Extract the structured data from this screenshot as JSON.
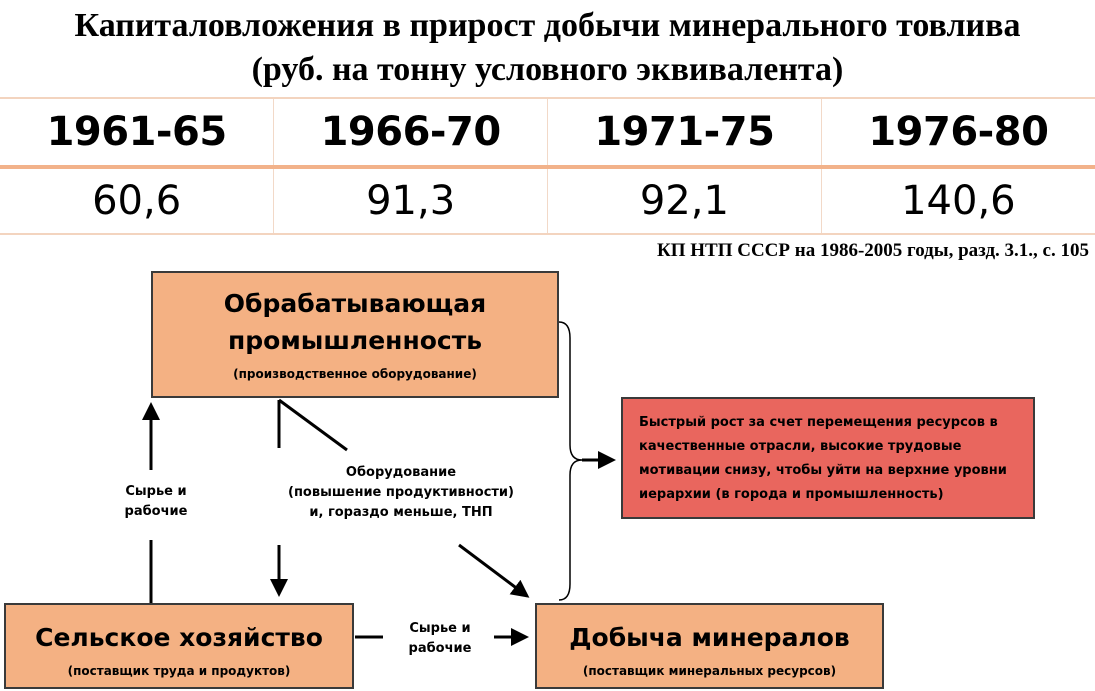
{
  "title": {
    "line1": "Капиталовложения в прирост добычи минерального товлива",
    "line2": "(руб. на тонну условного эквивалента)"
  },
  "table": {
    "headers": [
      "1961-65",
      "1966-70",
      "1971-75",
      "1976-80"
    ],
    "values": [
      "60,6",
      "91,3",
      "92,1",
      "140,6"
    ]
  },
  "source": "КП НТП СССР на 1986-2005 годы, разд. 3.1., с. 105",
  "diagram": {
    "manufacturing": {
      "line1": "Обрабатывающая",
      "line2": "промышленность",
      "sub": "(производственное оборудование)"
    },
    "agriculture": {
      "title": "Сельское хозяйство",
      "sub": "(поставщик труда и продуктов)"
    },
    "mining": {
      "title": "Добыча минералов",
      "sub": "(поставщик минеральных ресурсов)"
    },
    "growth": {
      "line1": "Быстрый рост за счет перемещения ресурсов в",
      "line2": "качественные отрасли, высокие трудовые",
      "line3": "мотивации снизу, чтобы уйти на верхние уровни",
      "line4": "иерархии (в города и промышленность)"
    },
    "label_raw_left": {
      "line1": "Сырье и",
      "line2": "рабочие"
    },
    "label_equipment": {
      "line1": "Оборудование",
      "line2": "(повышение продуктивности)",
      "line3": "и, гораздо меньше, ТНП"
    },
    "label_raw_bottom": {
      "line1": "Сырье и",
      "line2": "рабочие"
    }
  },
  "colors": {
    "box_fill": "#f4b183",
    "growth_fill": "#e9665e",
    "table_rule": "#f2b28a"
  }
}
